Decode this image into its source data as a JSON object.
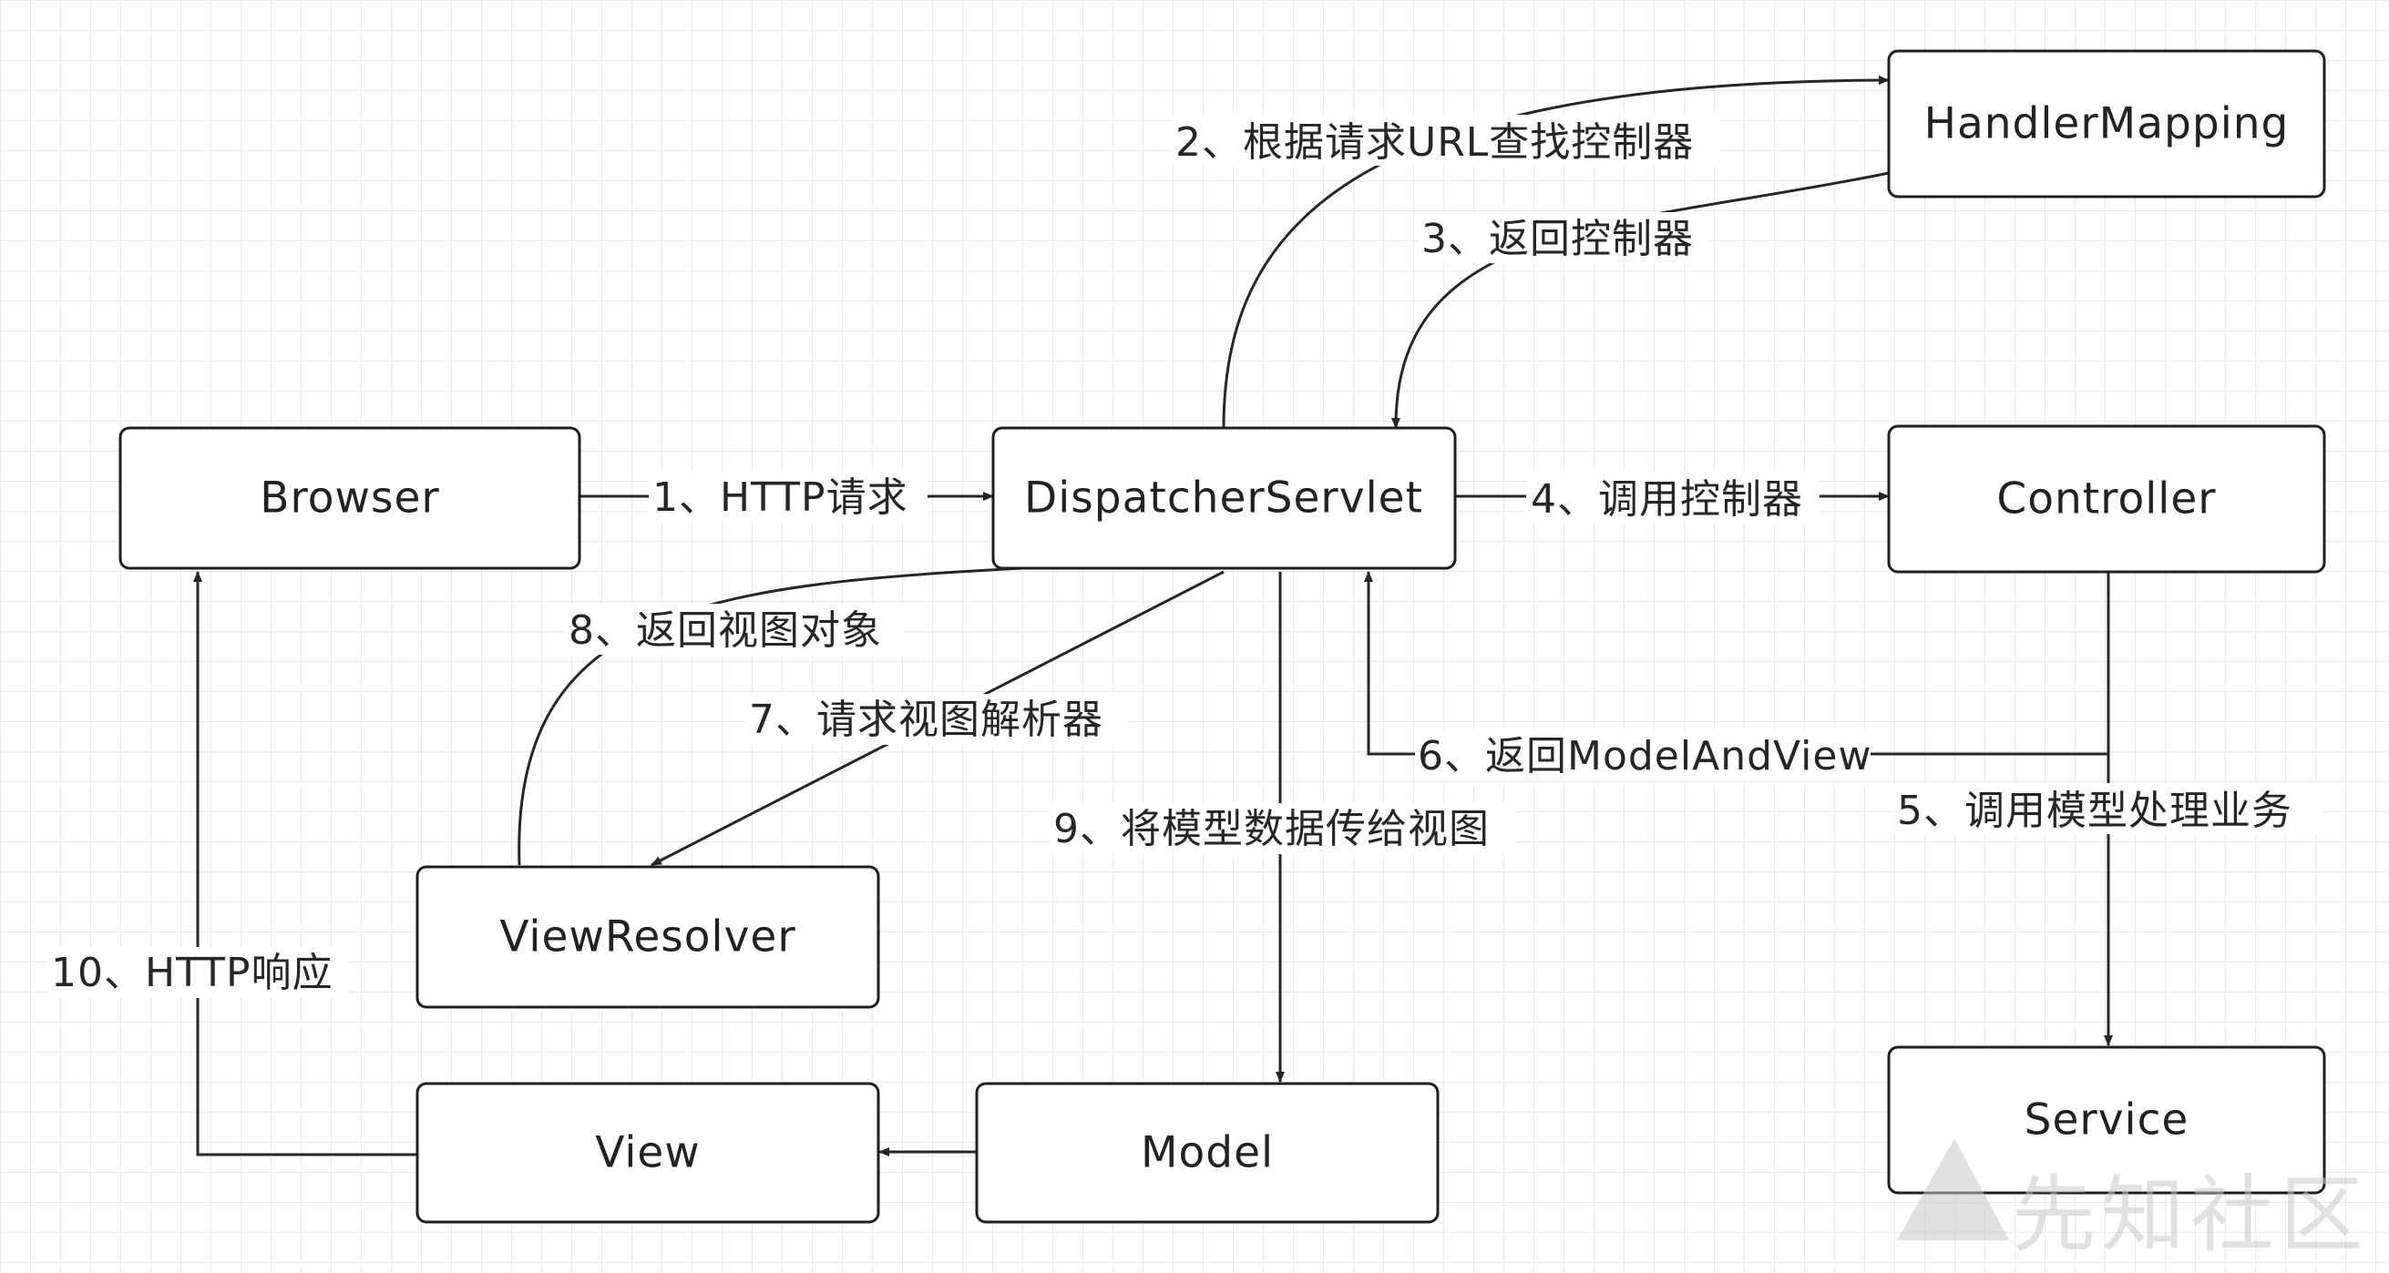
{
  "nodes": {
    "browser": "Browser",
    "dispatcher": "DispatcherServlet",
    "handler_mapping": "HandlerMapping",
    "controller": "Controller",
    "view_resolver": "ViewResolver",
    "view": "View",
    "model": "Model",
    "service": "Service"
  },
  "edges": {
    "e1": "1、HTTP请求",
    "e2": "2、根据请求URL查找控制器",
    "e3": "3、返回控制器",
    "e4": "4、调用控制器",
    "e5": "5、调用模型处理业务",
    "e6": "6、返回ModelAndView",
    "e7": "7、请求视图解析器",
    "e8": "8、返回视图对象",
    "e9": "9、将模型数据传给视图",
    "e10": "10、HTTP响应"
  },
  "watermark": "先知社区"
}
